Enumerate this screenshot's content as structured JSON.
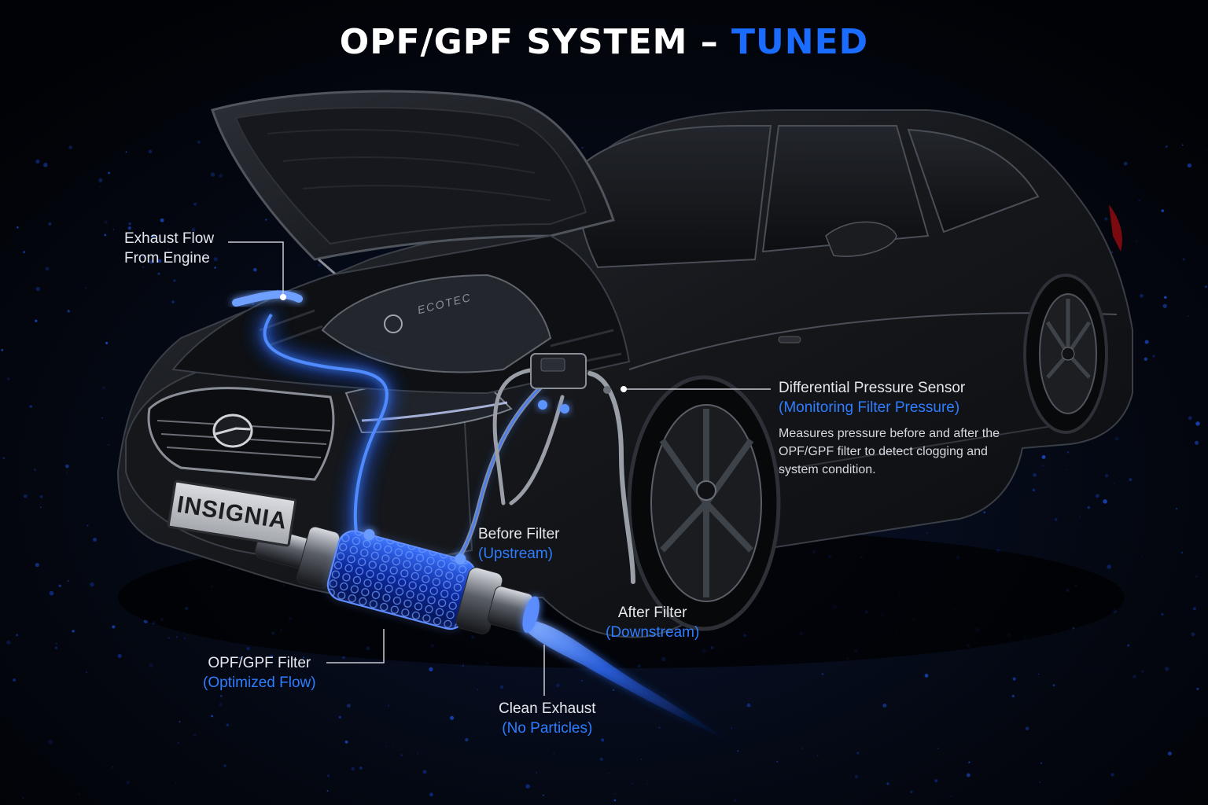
{
  "title": {
    "main": "OPF/GPF SYSTEM – ",
    "accent": "TUNED"
  },
  "plate_text": "INSIGNIA",
  "engine_text": "ECOTEC",
  "callouts": {
    "exhaust_flow": {
      "line1": "Exhaust Flow",
      "line2": "From Engine"
    },
    "sensor": {
      "title": "Differential Pressure Sensor",
      "sub": "(Monitoring Filter Pressure)",
      "desc": "Measures pressure before and after the OPF/GPF filter to detect clogging and system condition."
    },
    "before_filter": {
      "title": "Before Filter",
      "sub": "(Upstream)"
    },
    "after_filter": {
      "title": "After Filter",
      "sub": "(Downstream)"
    },
    "filter": {
      "title": "OPF/GPF Filter",
      "sub": "(Optimized Flow)"
    },
    "clean_exhaust": {
      "title": "Clean Exhaust",
      "sub": "(No Particles)"
    }
  },
  "colors": {
    "accent": "#1a6cff",
    "glow": "#2f7dff",
    "background": "#02040a",
    "car_body": "#1b1d22"
  }
}
